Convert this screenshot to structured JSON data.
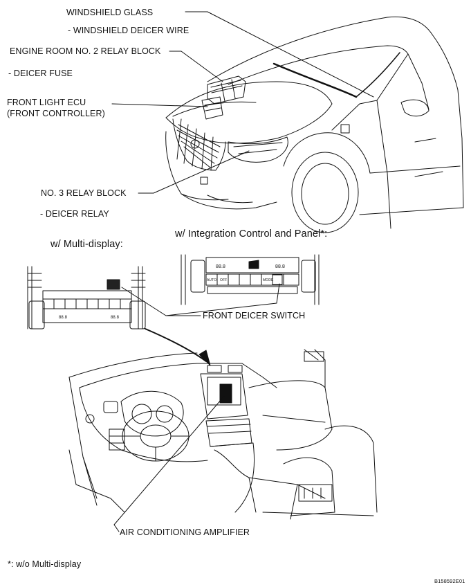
{
  "labels": {
    "windshield_glass": "WINDSHIELD GLASS",
    "windshield_deicer_wire": "- WINDSHIELD DEICER WIRE",
    "engine_room_relay_block": "ENGINE ROOM NO. 2 RELAY BLOCK",
    "deicer_fuse": "- DEICER FUSE",
    "front_light_ecu_line1": "FRONT LIGHT ECU",
    "front_light_ecu_line2": "(FRONT CONTROLLER)",
    "no3_relay_block": "NO. 3 RELAY BLOCK",
    "deicer_relay": "- DEICER RELAY",
    "with_integration_panel": "w/ Integration Control and Panel*:",
    "with_multi_display": "w/ Multi-display:",
    "front_deicer_switch": "FRONT DEICER SWITCH",
    "air_conditioning_amplifier": "AIR CONDITIONING AMPLIFIER",
    "footnote": "*: w/o Multi-display",
    "figure_id": "B158592E01"
  },
  "panel_text": {
    "display_temp_left": "88.8",
    "display_temp_right": "88.8",
    "multi_temp_left": "88.8",
    "multi_temp_right": "88.8",
    "auto_btn": "AUTO",
    "off_btn": "OFF",
    "mode_btn": "MODE"
  },
  "colors": {
    "line": "#111111",
    "background": "#ffffff",
    "switch_fill": "#222222"
  }
}
